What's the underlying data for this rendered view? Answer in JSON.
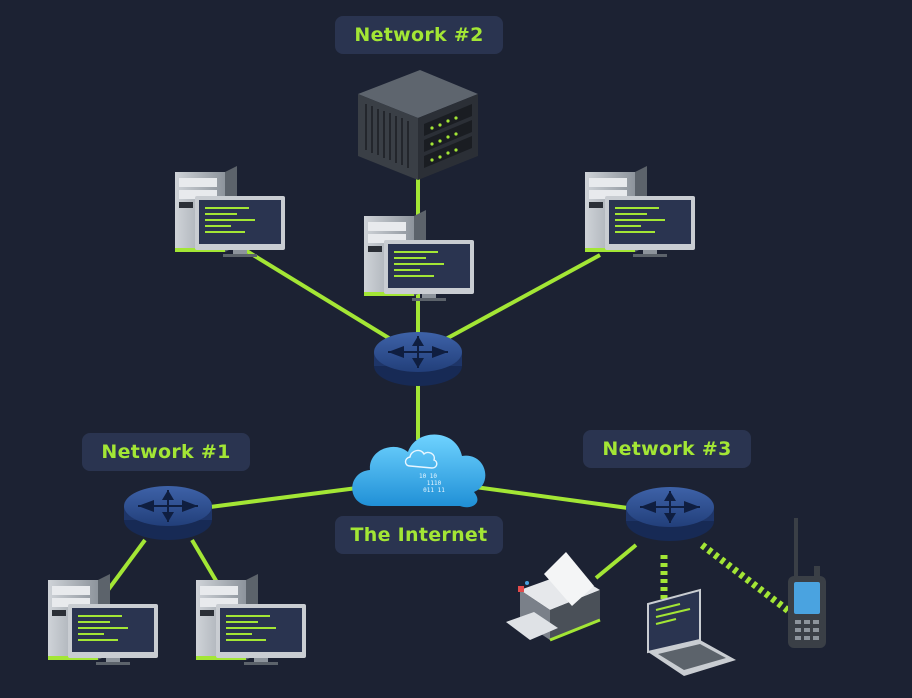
{
  "labels": {
    "network_2": "Network #2",
    "network_1": "Network #1",
    "network_3": "Network #3",
    "internet": "The Internet"
  },
  "cloud_glyph": {
    "row1": "10 10",
    "row2": "1110",
    "row3": "011 11"
  },
  "colors": {
    "background": "#1c2233",
    "link": "#a3e635",
    "label_bg": "#2a3450",
    "router": "#2c4a8a",
    "cloud": "#3fb6f2"
  }
}
